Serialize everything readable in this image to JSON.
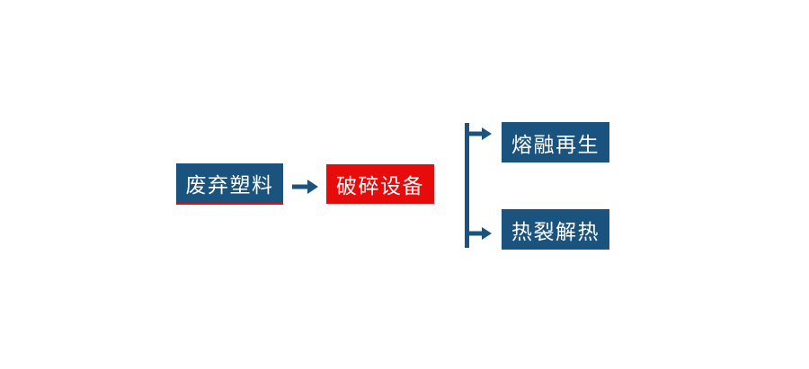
{
  "diagram": {
    "nodes": [
      {
        "id": "waste-plastic",
        "label": "废弃塑料",
        "role": "input",
        "color": "blue",
        "underline": "red"
      },
      {
        "id": "crusher",
        "label": "破碎设备",
        "role": "process",
        "color": "red"
      },
      {
        "id": "melt-regeneration",
        "label": "熔融再生",
        "role": "output",
        "color": "blue"
      },
      {
        "id": "thermal-pyrolysis",
        "label": "热裂解热",
        "role": "output",
        "color": "blue"
      }
    ],
    "edges": [
      {
        "from": "waste-plastic",
        "to": "crusher"
      },
      {
        "from": "crusher",
        "to": "melt-regeneration"
      },
      {
        "from": "crusher",
        "to": "thermal-pyrolysis"
      }
    ]
  },
  "icons": {
    "main_arrow": "arrow-right-icon",
    "branch": "branch-fork-arrows-icon"
  },
  "colors": {
    "blue": "#1a537d",
    "red": "#e60c0c",
    "label": "#ffffff",
    "bg": "#ffffff"
  }
}
